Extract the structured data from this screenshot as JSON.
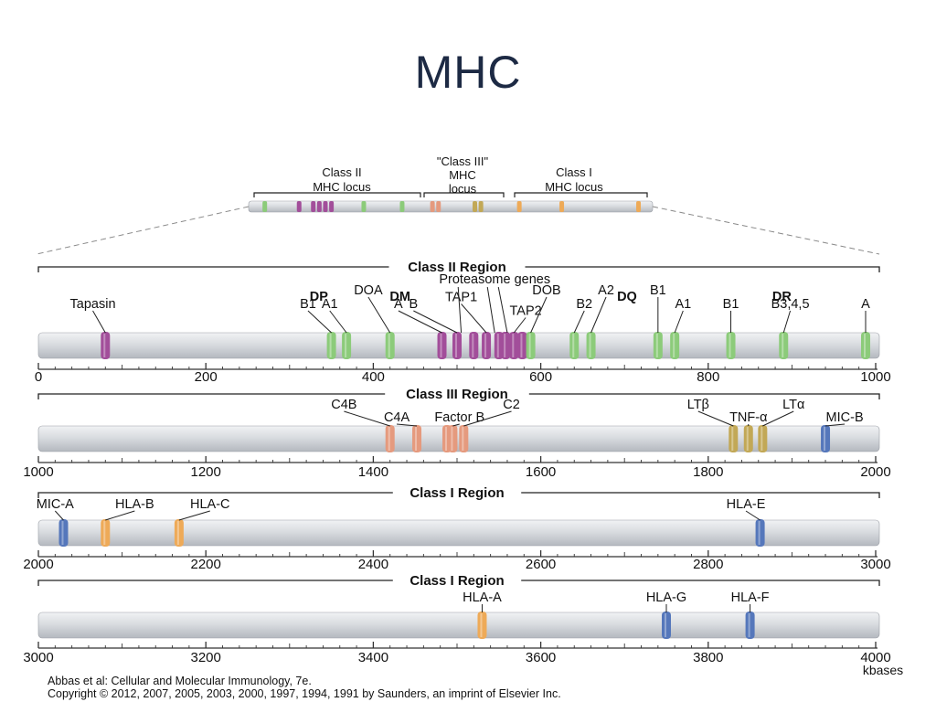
{
  "title": "MHC",
  "overview": {
    "groups": [
      {
        "label_lines": [
          "Class II",
          "MHC locus"
        ]
      },
      {
        "label_lines": [
          "\"Class III\"",
          "MHC",
          "locus"
        ]
      },
      {
        "label_lines": [
          "Class I",
          "MHC locus"
        ]
      }
    ],
    "bands": [
      {
        "pos": 0.04,
        "color": "green"
      },
      {
        "pos": 0.125,
        "color": "purple"
      },
      {
        "pos": 0.16,
        "color": "purple"
      },
      {
        "pos": 0.175,
        "color": "purple"
      },
      {
        "pos": 0.19,
        "color": "purple"
      },
      {
        "pos": 0.205,
        "color": "purple"
      },
      {
        "pos": 0.285,
        "color": "green"
      },
      {
        "pos": 0.38,
        "color": "green"
      },
      {
        "pos": 0.455,
        "color": "salmon"
      },
      {
        "pos": 0.47,
        "color": "salmon"
      },
      {
        "pos": 0.56,
        "color": "olive"
      },
      {
        "pos": 0.575,
        "color": "olive"
      },
      {
        "pos": 0.67,
        "color": "orange"
      },
      {
        "pos": 0.775,
        "color": "orange"
      },
      {
        "pos": 0.965,
        "color": "orange"
      }
    ]
  },
  "colors": {
    "green": "#8ccb7a",
    "purple": "#a24e9a",
    "salmon": "#e59a7e",
    "olive": "#c2a856",
    "blue": "#5577bb",
    "orange": "#eeaa58",
    "bar_light": "#f1f2f4",
    "bar_dark": "#b4b8bf",
    "text": "#111111"
  },
  "regions": [
    {
      "title": "Class II Region",
      "range": [
        0,
        1000
      ],
      "ticks": [
        "0",
        "200",
        "400",
        "600",
        "800",
        "1000"
      ],
      "unit": "",
      "groups": [
        {
          "label": "DP",
          "pos": 335
        },
        {
          "label": "DM",
          "pos": 432
        },
        {
          "label": "DQ",
          "pos": 703
        },
        {
          "label": "DR",
          "pos": 888
        }
      ],
      "genes": [
        {
          "label": "Tapasin",
          "pos": 80,
          "color": "purple",
          "label_at": 65,
          "level": 1
        },
        {
          "label": "B1",
          "pos": 350,
          "color": "green",
          "label_at": 322,
          "level": 1
        },
        {
          "label": "A1",
          "pos": 368,
          "color": "green",
          "label_at": 348,
          "level": 1
        },
        {
          "label": "DOA",
          "pos": 420,
          "color": "green",
          "label_at": 394,
          "level": 2
        },
        {
          "label": "A",
          "pos": 482,
          "color": "purple",
          "label_at": 430,
          "level": 1
        },
        {
          "label": "B",
          "pos": 500,
          "color": "purple",
          "label_at": 448,
          "level": 1
        },
        {
          "label": "TAP1",
          "pos": 535,
          "color": "purple",
          "label_at": 505,
          "level": 1.5
        },
        {
          "label": "TAP2",
          "pos": 568,
          "color": "purple",
          "label_at": 582,
          "level": 0.5
        },
        {
          "label": "DOB",
          "pos": 588,
          "color": "green",
          "label_at": 607,
          "level": 2
        },
        {
          "label": "B2",
          "pos": 640,
          "color": "green",
          "label_at": 652,
          "level": 1
        },
        {
          "label": "A2",
          "pos": 660,
          "color": "green",
          "label_at": 678,
          "level": 2
        },
        {
          "label": "B1",
          "pos": 740,
          "color": "green",
          "label_at": 740,
          "level": 2
        },
        {
          "label": "A1",
          "pos": 760,
          "color": "green",
          "label_at": 770,
          "level": 1
        },
        {
          "label": "B1",
          "pos": 827,
          "color": "green",
          "label_at": 827,
          "level": 1
        },
        {
          "label": "B3,4,5",
          "pos": 890,
          "color": "green",
          "label_at": 898,
          "level": 1
        },
        {
          "label": "A",
          "pos": 988,
          "color": "green",
          "label_at": 988,
          "level": 1
        }
      ],
      "extra_bands": [
        {
          "pos": 520,
          "color": "purple"
        },
        {
          "pos": 550,
          "color": "purple"
        },
        {
          "pos": 558,
          "color": "purple"
        },
        {
          "pos": 578,
          "color": "purple"
        }
      ],
      "annotations": [
        {
          "label": "Proteasome genes",
          "label_at": 545,
          "targets": [
            505,
            545,
            560
          ]
        }
      ]
    },
    {
      "title": "Class III Region",
      "range": [
        1000,
        2000
      ],
      "ticks": [
        "1000",
        "1200",
        "1400",
        "1600",
        "1800",
        "2000"
      ],
      "unit": "",
      "groups": [],
      "genes": [
        {
          "label": "C4B",
          "pos": 1420,
          "color": "salmon",
          "label_at": 1365,
          "level": 1
        },
        {
          "label": "C4A",
          "pos": 1452,
          "color": "salmon",
          "label_at": 1428,
          "level": 0
        },
        {
          "label": "Factor B",
          "pos": 1495,
          "color": "salmon",
          "label_at": 1503,
          "level": 0
        },
        {
          "label": "C2",
          "pos": 1508,
          "color": "salmon",
          "label_at": 1565,
          "level": 1
        },
        {
          "label": "LTβ",
          "pos": 1830,
          "color": "olive",
          "label_at": 1788,
          "level": 1
        },
        {
          "label": "TNF-α",
          "pos": 1848,
          "color": "olive",
          "label_at": 1848,
          "level": 0
        },
        {
          "label": "LTα",
          "pos": 1865,
          "color": "olive",
          "label_at": 1902,
          "level": 1
        },
        {
          "label": "MIC-B",
          "pos": 1940,
          "color": "blue",
          "label_at": 1963,
          "level": 0
        }
      ],
      "extra_bands": [
        {
          "pos": 1488,
          "color": "salmon"
        }
      ],
      "annotations": []
    },
    {
      "title": "Class I Region",
      "range": [
        2000,
        3000
      ],
      "ticks": [
        "2000",
        "2200",
        "2400",
        "2600",
        "2800",
        "3000"
      ],
      "unit": "",
      "groups": [],
      "genes": [
        {
          "label": "MIC-A",
          "pos": 2030,
          "color": "blue",
          "label_at": 2020,
          "level": 0
        },
        {
          "label": "HLA-B",
          "pos": 2080,
          "color": "orange",
          "label_at": 2115,
          "level": 0
        },
        {
          "label": "HLA-C",
          "pos": 2168,
          "color": "orange",
          "label_at": 2205,
          "level": 0
        },
        {
          "label": "HLA-E",
          "pos": 2862,
          "color": "blue",
          "label_at": 2845,
          "level": 0
        }
      ],
      "extra_bands": [],
      "annotations": []
    },
    {
      "title": "Class I Region",
      "range": [
        3000,
        4000
      ],
      "ticks": [
        "3000",
        "3200",
        "3400",
        "3600",
        "3800",
        "4000"
      ],
      "unit": "kbases",
      "groups": [],
      "genes": [
        {
          "label": "HLA-A",
          "pos": 3530,
          "color": "orange",
          "label_at": 3530,
          "level": 0
        },
        {
          "label": "HLA-G",
          "pos": 3750,
          "color": "blue",
          "label_at": 3750,
          "level": 0
        },
        {
          "label": "HLA-F",
          "pos": 3850,
          "color": "blue",
          "label_at": 3850,
          "level": 0
        }
      ],
      "extra_bands": [],
      "annotations": []
    }
  ],
  "citation": {
    "line1": "Abbas et al: Cellular and Molecular Immunology, 7e.",
    "line2": "Copyright © 2012, 2007, 2005, 2003, 2000, 1997, 1994, 1991 by Saunders, an imprint of Elsevier Inc."
  }
}
